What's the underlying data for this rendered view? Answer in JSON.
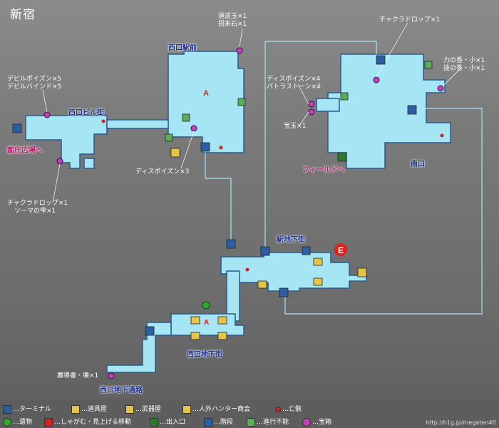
{
  "map": {
    "title": "新宿",
    "colors": {
      "floor": "#a6e6f4",
      "wall": "#2c5a8c",
      "chest": "#c040c0",
      "exit": "#c0106a",
      "area": "#1a2f8a"
    }
  },
  "areas": {
    "nishiguchi_ekimae": "西口駅前",
    "nishiguchi_building": "西口ビル街",
    "eki_chika": "駅地下街",
    "minamiguchi": "南口",
    "nishiguchi_chika": "西口地下街",
    "nishiguchi_chika_dori": "西口地下通路"
  },
  "exits": {
    "tochou": "都庁広場へ",
    "field": "フィールドへ"
  },
  "items": {
    "i1": "道返玉×1",
    "i2": "招来石×1",
    "i3": "デビルポイズン×5",
    "i4": "デビルバインド×5",
    "i5": "チャクラドロップ×1",
    "i6": "力の香・小×1",
    "i7": "技の香・小×1",
    "i8": "ディスポイズン×4",
    "i9": "パトラストーン×4",
    "i10": "宝玉×1",
    "i11": "ディスポイズン×3",
    "i12": "チャクラドロップ×1",
    "i13": "ソーマの雫×1",
    "i14": "魔導書・壊×1"
  },
  "legend": {
    "terminal": "…ターミナル",
    "item_shop": "…道具屋",
    "weapon_shop": "…武器屋",
    "hunter": "…人外ハンター商会",
    "corpse": "…亡骸",
    "relic": "…遺物",
    "crouch": "…しゃがむ・見上げる移動",
    "entrance": "…出入口",
    "stairs": "…階段",
    "blocked": "…進行不能",
    "chest": "…宝箱"
  },
  "credit": "http://h1g.jp/megaten4f/"
}
